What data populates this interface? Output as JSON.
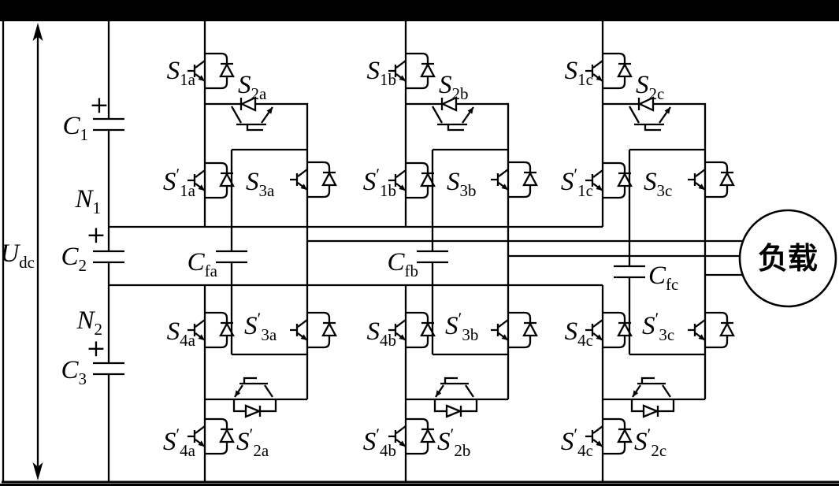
{
  "labels": {
    "udc": {
      "base": "U",
      "sub": "dc"
    },
    "plus": {
      "text": "+"
    },
    "c1": {
      "base": "C",
      "sub": "1"
    },
    "c2": {
      "base": "C",
      "sub": "2"
    },
    "c3": {
      "base": "C",
      "sub": "3"
    },
    "n1": {
      "base": "N",
      "sub": "1"
    },
    "n2": {
      "base": "N",
      "sub": "2"
    },
    "cfa": {
      "base": "C",
      "sub": "fa"
    },
    "cfb": {
      "base": "C",
      "sub": "fb"
    },
    "cfc": {
      "base": "C",
      "sub": "fc"
    },
    "load": {
      "text": "负载"
    },
    "s1a": {
      "base": "S",
      "sub": "1a"
    },
    "s2a": {
      "base": "S",
      "sub": "2a"
    },
    "s3a": {
      "base": "S",
      "sub": "3a"
    },
    "s4a": {
      "base": "S",
      "sub": "4a"
    },
    "s1ap": {
      "base": "S",
      "prime": "′",
      "sub": "1a"
    },
    "s2ap": {
      "base": "S",
      "prime": "′",
      "sub": "2a"
    },
    "s3ap": {
      "base": "S",
      "prime": "′",
      "sub": "3a"
    },
    "s4ap": {
      "base": "S",
      "prime": "′",
      "sub": "4a"
    },
    "s1b": {
      "base": "S",
      "sub": "1b"
    },
    "s2b": {
      "base": "S",
      "sub": "2b"
    },
    "s3b": {
      "base": "S",
      "sub": "3b"
    },
    "s4b": {
      "base": "S",
      "sub": "4b"
    },
    "s1bp": {
      "base": "S",
      "prime": "′",
      "sub": "1b"
    },
    "s2bp": {
      "base": "S",
      "prime": "′",
      "sub": "2b"
    },
    "s3bp": {
      "base": "S",
      "prime": "′",
      "sub": "3b"
    },
    "s4bp": {
      "base": "S",
      "prime": "′",
      "sub": "4b"
    },
    "s1c": {
      "base": "S",
      "sub": "1c"
    },
    "s2c": {
      "base": "S",
      "sub": "2c"
    },
    "s3c": {
      "base": "S",
      "sub": "3c"
    },
    "s4c": {
      "base": "S",
      "sub": "4c"
    },
    "s1cp": {
      "base": "S",
      "prime": "′",
      "sub": "1c"
    },
    "s2cp": {
      "base": "S",
      "prime": "′",
      "sub": "2c"
    },
    "s3cp": {
      "base": "S",
      "prime": "′",
      "sub": "3c"
    },
    "s4cp": {
      "base": "S",
      "prime": "′",
      "sub": "4c"
    }
  },
  "colors": {
    "line": "#000000",
    "background": "#ffffff"
  }
}
